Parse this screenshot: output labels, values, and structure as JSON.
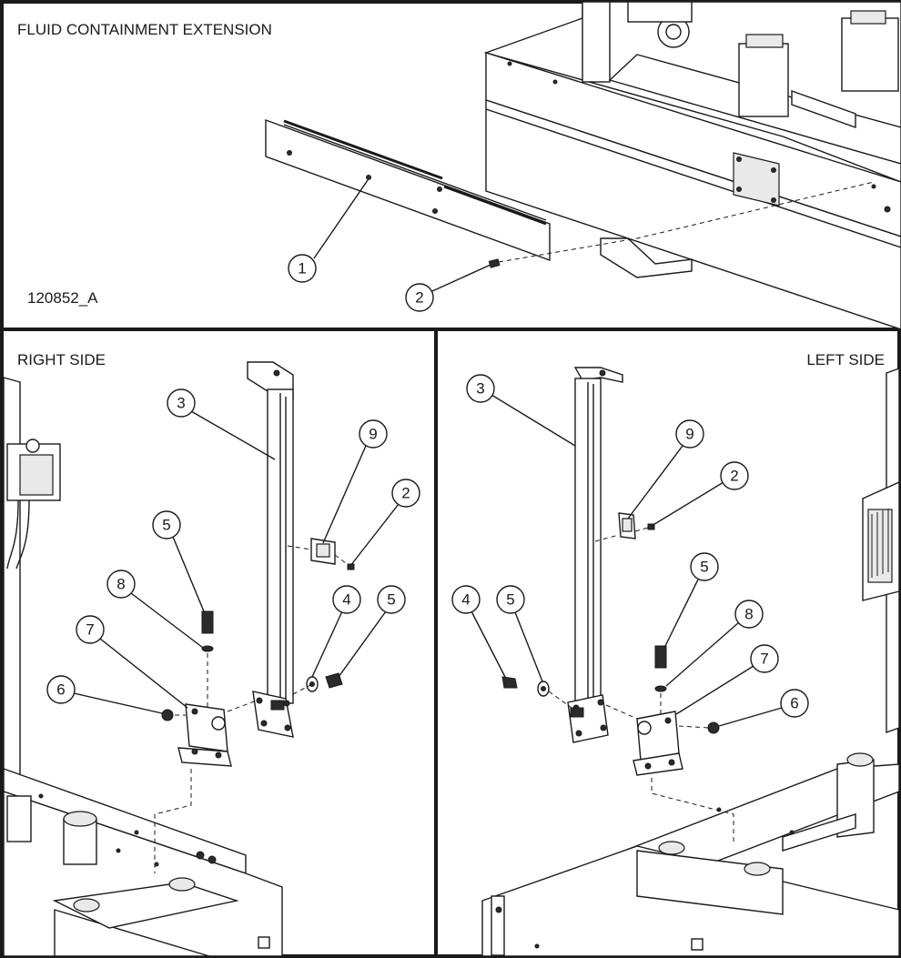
{
  "panels": {
    "top": {
      "title": "FLUID CONTAINMENT EXTENSION",
      "figure_number": "120852_A",
      "callouts": [
        "1",
        "2"
      ]
    },
    "right_side": {
      "title": "RIGHT SIDE",
      "callouts": [
        "3",
        "9",
        "2",
        "5",
        "8",
        "7",
        "6",
        "4",
        "5"
      ]
    },
    "left_side": {
      "title": "LEFT SIDE",
      "callouts": [
        "3",
        "9",
        "2",
        "5",
        "4",
        "5",
        "8",
        "7",
        "6"
      ]
    }
  }
}
